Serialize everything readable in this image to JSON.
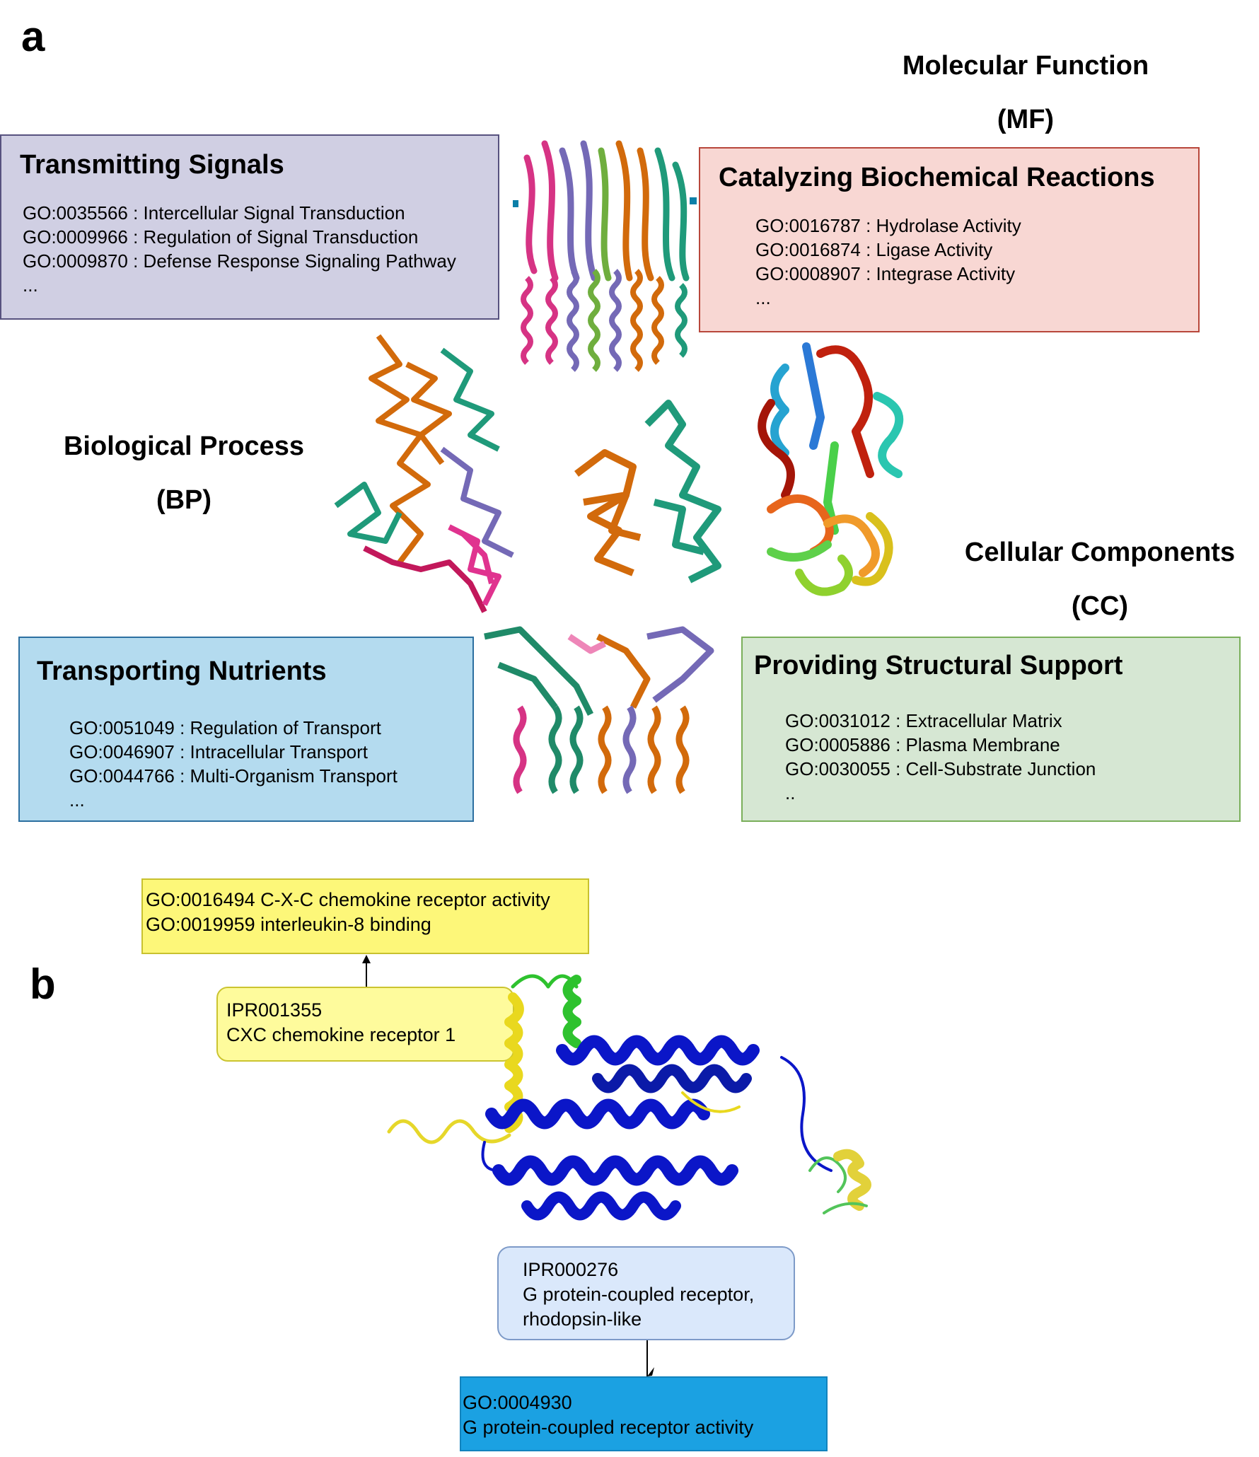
{
  "panels": {
    "a": {
      "label": "a"
    },
    "b": {
      "label": "b"
    }
  },
  "categories": {
    "mf": {
      "name": "Molecular Function",
      "abbr": "(MF)"
    },
    "bp": {
      "name": "Biological Process",
      "abbr": "(BP)"
    },
    "cc": {
      "name": "Cellular Components",
      "abbr": "(CC)"
    }
  },
  "boxes": {
    "transmitting_signals": {
      "title": "Transmitting Signals",
      "color": "#d0cfe3",
      "items": [
        "GO:0035566 : Intercellular Signal Transduction",
        "GO:0009966 : Regulation of Signal Transduction",
        "GO:0009870 : Defense Response Signaling Pathway",
        "..."
      ]
    },
    "catalyzing": {
      "title": "Catalyzing Biochemical Reactions",
      "color": "#f8d7d3",
      "items": [
        "GO:0016787 : Hydrolase Activity",
        "GO:0016874 : Ligase Activity",
        "GO:0008907 : Integrase Activity",
        "..."
      ]
    },
    "transporting": {
      "title": "Transporting Nutrients",
      "color": "#b4dbef",
      "items": [
        "GO:0051049 : Regulation of Transport",
        "GO:0046907 : Intracellular Transport",
        "GO:0044766 : Multi-Organism Transport",
        "..."
      ]
    },
    "structural": {
      "title": "Providing Structural Support",
      "color": "#d6e7d3",
      "items": [
        "GO:0031012 : Extracellular Matrix",
        "GO:0005886 : Plasma Membrane",
        "GO:0030055 : Cell-Substrate Junction",
        ".."
      ]
    }
  },
  "proteins": {
    "pentamer": "ion-channel-pentamer-structure",
    "bp_complex": "multi-chain-complex-structure",
    "middle_complex": "dimer-complex-structure",
    "rainbow": "rainbow-fold-structure",
    "transporter": "transporter-complex-structure",
    "receptor": "cxc-chemokine-receptor-structure"
  },
  "flow": {
    "go_top": {
      "lines": [
        "GO:0016494 C-X-C chemokine receptor activity",
        "GO:0019959 interleukin-8 binding"
      ],
      "color": "#fdf779"
    },
    "ipr_top": {
      "lines": [
        "IPR001355",
        "CXC chemokine receptor 1"
      ],
      "color": "#fefb9c"
    },
    "ipr_bottom": {
      "lines": [
        "IPR000276",
        "G protein-coupled receptor,",
        "rhodopsin-like"
      ],
      "color": "#dae8fb"
    },
    "go_bottom": {
      "lines": [
        "GO:0004930",
        "G protein-coupled receptor activity"
      ],
      "color": "#1ba1e2"
    }
  }
}
